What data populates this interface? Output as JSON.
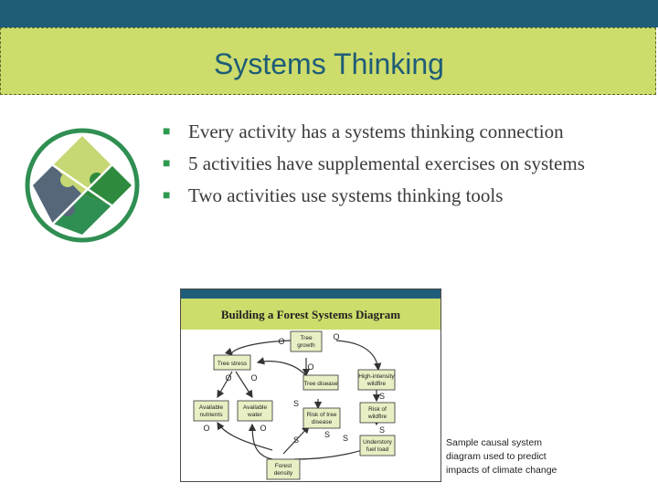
{
  "slide": {
    "title": "Systems Thinking",
    "bullets": [
      "Every activity has a systems thinking connection",
      "5 activities have supplemental exercises on systems",
      "Two activities use systems thinking tools"
    ],
    "caption_lines": [
      "Sample causal system",
      "diagram used to predict",
      "impacts of climate change"
    ]
  },
  "diagram": {
    "title": "Building a Forest Systems Diagram",
    "nodes": {
      "tree_growth": [
        "Tree",
        "growth"
      ],
      "tree_stress": [
        "Tree stress"
      ],
      "tree_disease": [
        "Tree disease"
      ],
      "high_intensity_wildfire": [
        "High-intensity",
        "wildfire"
      ],
      "available_nutrients": [
        "Available",
        "nutrients"
      ],
      "available_water": [
        "Available",
        "water"
      ],
      "risk_tree_disease": [
        "Risk of tree",
        "disease"
      ],
      "risk_wildfire": [
        "Risk of",
        "wildfire"
      ],
      "understory_fuel_load": [
        "Understory",
        "fuel load"
      ],
      "forest_density": [
        "Forest",
        "density"
      ]
    },
    "polarity": {
      "same": "S",
      "opposite": "O"
    }
  },
  "colors": {
    "top_band": "#1e5c78",
    "title_band": "#cddc6b",
    "title_text": "#1e5c78",
    "bullet_mark": "#2e9a4f",
    "diagram_header": "#cddc6b",
    "node_fill": "#e9efc4",
    "puzzle_light": "#c5d873",
    "puzzle_green": "#2e8b3e",
    "puzzle_slate": "#56677a",
    "puzzle_teal": "#2f8f52",
    "ring": "#2f8f52"
  },
  "icons": {
    "bullet": "square-bullet-icon",
    "puzzle": "puzzle-pieces-icon"
  }
}
